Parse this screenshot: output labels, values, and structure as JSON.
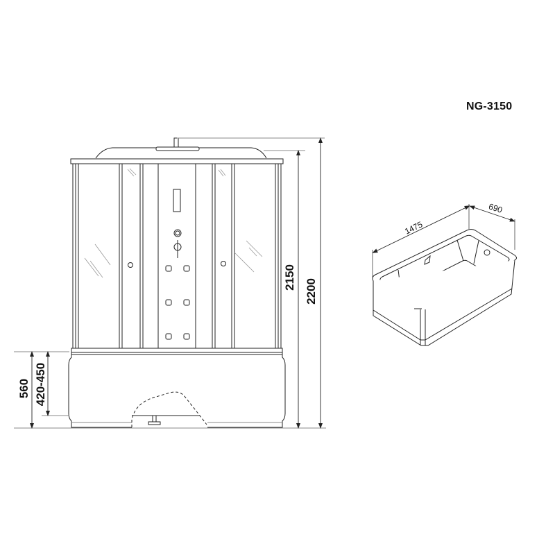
{
  "title": "NG-3150",
  "front_view": {
    "dimensions": {
      "total_height": "2200",
      "cabin_height": "2150",
      "tray_height": "560",
      "tray_adjustable_height": "420-450"
    }
  },
  "bathtub_view": {
    "dimensions": {
      "length": "1475",
      "width": "690"
    }
  },
  "colors": {
    "line": "#222222",
    "background": "#ffffff"
  }
}
